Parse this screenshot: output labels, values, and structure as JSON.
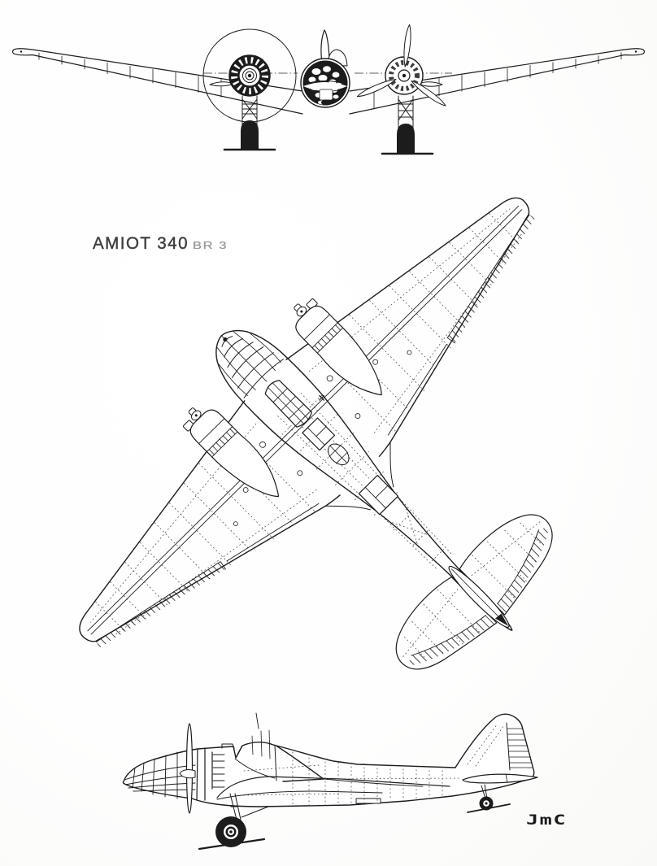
{
  "title": {
    "main": "AMIOT 340",
    "variant": "BR 3"
  },
  "signature": {
    "text": "JmC"
  },
  "colors": {
    "ink": "#1c1c1c",
    "paper": "#ffffff",
    "title": "#3f3f3f",
    "variant": "#9a9a9a"
  }
}
